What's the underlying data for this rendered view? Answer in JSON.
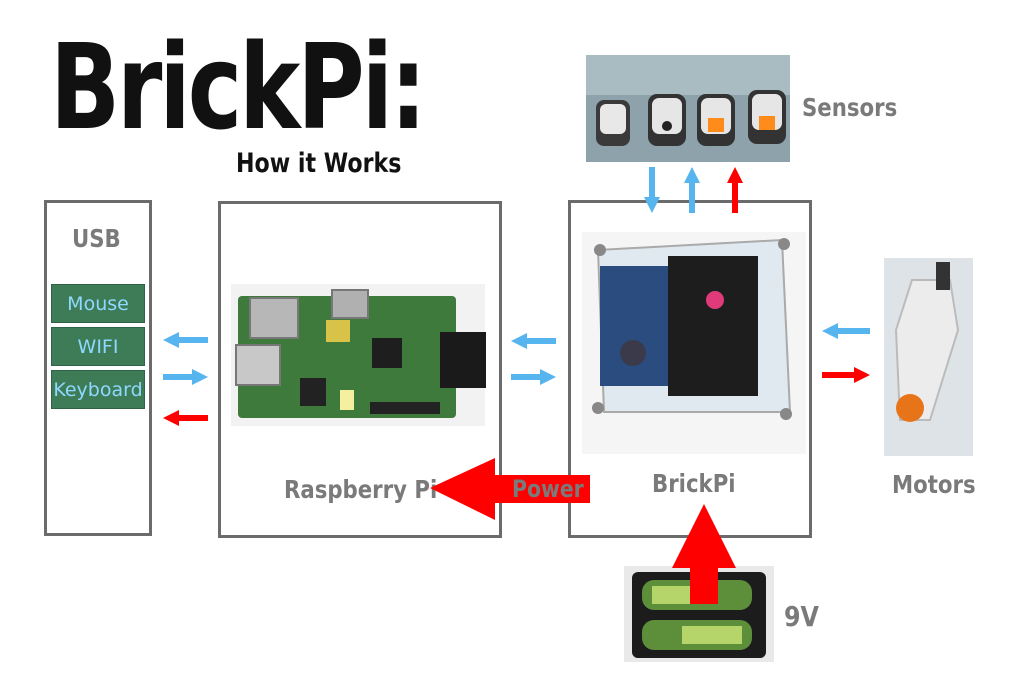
{
  "title": "BrickPi:",
  "subtitle": "How it Works",
  "usb": {
    "label": "USB",
    "items": [
      "Mouse",
      "WIFI",
      "Keyboard"
    ]
  },
  "raspberry_pi": {
    "label": "Raspberry Pi"
  },
  "brickpi": {
    "label": "BrickPi"
  },
  "power": {
    "label": "Power"
  },
  "sensors": {
    "label": "Sensors"
  },
  "motors": {
    "label": "Motors"
  },
  "battery": {
    "label": "9V"
  },
  "colors": {
    "data_arrow": "#56b4ee",
    "power_arrow": "#ff0000",
    "box_border": "#6b6b6b",
    "label_gray": "#7a7a7a",
    "usb_item_bg": "#3e7c58",
    "usb_item_text": "#8fd8ff"
  }
}
